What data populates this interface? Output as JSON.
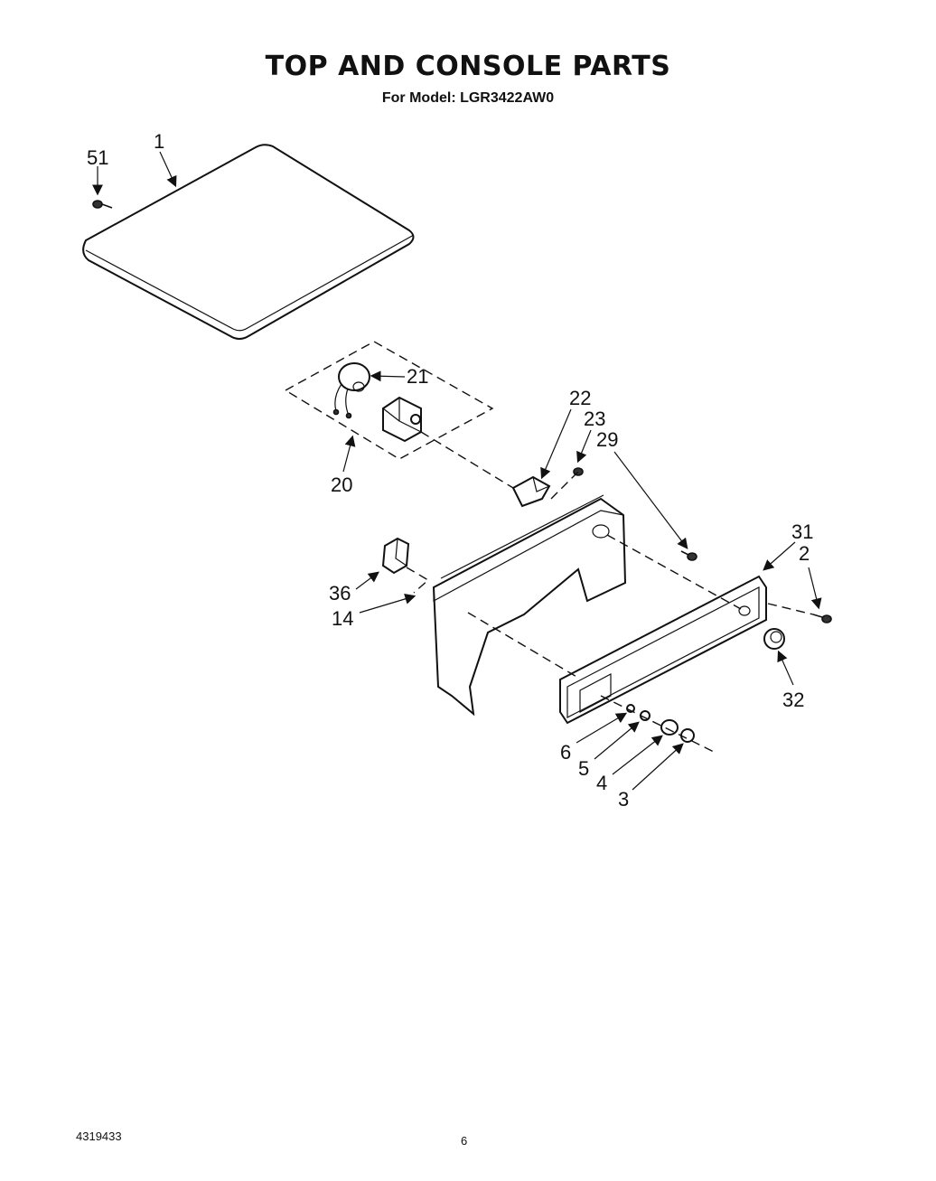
{
  "header": {
    "title": "TOP AND CONSOLE PARTS",
    "model_line": "For Model:  LGR3422AW0"
  },
  "callouts": {
    "c51": "51",
    "c1": "1",
    "c21": "21",
    "c20": "20",
    "c22": "22",
    "c23": "23",
    "c29": "29",
    "c31": "31",
    "c2": "2",
    "c36": "36",
    "c14": "14",
    "c32": "32",
    "c6": "6",
    "c5": "5",
    "c4": "4",
    "c3": "3"
  },
  "footer": {
    "doc_number": "4319433",
    "page_number": "6"
  }
}
